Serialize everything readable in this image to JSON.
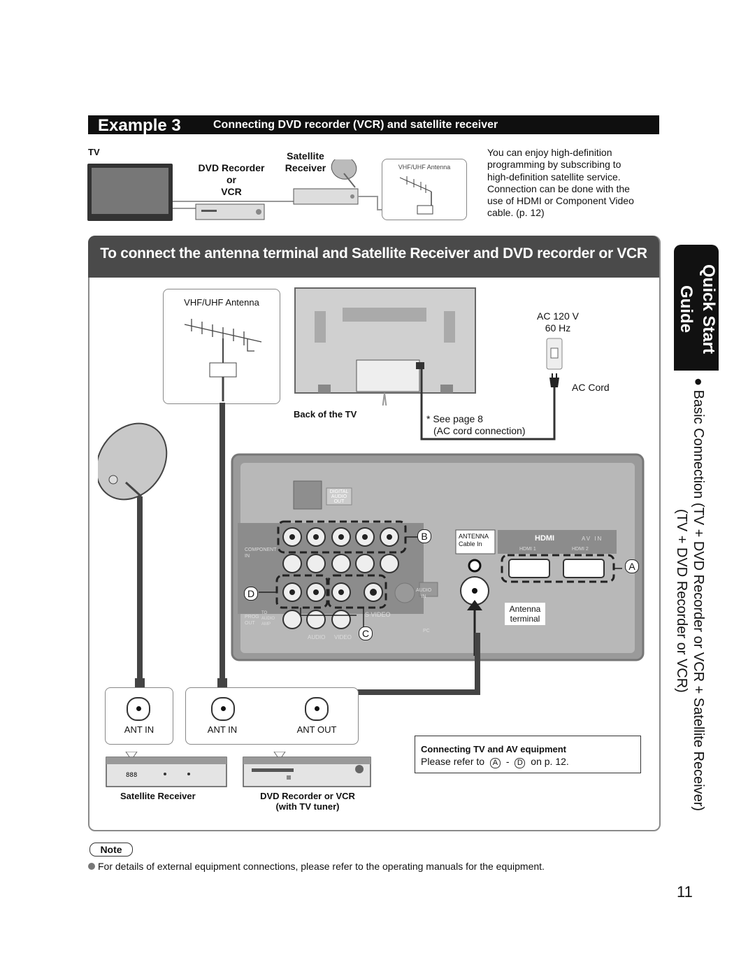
{
  "header": {
    "example": "Example 3",
    "subtitle": "Connecting DVD recorder (VCR) and satellite receiver"
  },
  "top": {
    "tv_label": "TV",
    "dvd_label": "DVD Recorder",
    "dvd_or": "or",
    "vcr_label": "VCR",
    "sat_label1": "Satellite",
    "sat_label2": "Receiver",
    "antenna_small": "VHF/UHF Antenna",
    "desc_lines": [
      "You can enjoy high-definition",
      "programming by subscribing to",
      "high-definition satellite service.",
      "Connection can be done with the",
      "use of HDMI or Component Video",
      "cable. (p. 12)"
    ]
  },
  "banner": {
    "title": "To connect the antenna terminal and Satellite Receiver and DVD recorder or VCR"
  },
  "side": {
    "quick": "Quick Start",
    "guide": "Guide",
    "basic": "● Basic Connection (TV + DVD Recorder or VCR + Satellite Receiver)",
    "basic2": "(TV + DVD Recorder or VCR)"
  },
  "diagram": {
    "antenna": "VHF/UHF Antenna",
    "ac_volt": "AC 120 V",
    "ac_hz": "60 Hz",
    "ac_cord": "AC Cord",
    "back_tv": "Back of the TV",
    "see_page": "* See page 8",
    "ac_conn": "(AC cord connection)",
    "digital": "DIGITAL",
    "audio_out1": "AUDIO",
    "audio_out2": "OUT",
    "component": "COMPONENT",
    "in_label": "IN",
    "prog": "PROG",
    "out_label": "OUT",
    "to_label": "TO",
    "audio_small": "AUDIO",
    "amp": "AMP",
    "audio_bot": "AUDIO",
    "video_bot": "VIDEO",
    "s_video": "S VIDEO",
    "audio_in1": "AUDIO",
    "audio_in2": "IN",
    "pc": "PC",
    "antenna_port": "ANTENNA",
    "cable_in": "Cable  In",
    "hdmi_logo": "HDMI",
    "av_in": "AV IN",
    "hdmi1": "HDMI 1",
    "hdmi2": "HDMI 2",
    "ant_term1": "Antenna",
    "ant_term2": "terminal",
    "letter_a": "A",
    "letter_b": "B",
    "letter_c": "C",
    "letter_d": "D",
    "ant_in1": "ANT IN",
    "ant_in2": "ANT IN",
    "ant_out": "ANT OUT",
    "sat_receiver": "Satellite Receiver",
    "dvd_vcr1": "DVD Recorder or VCR",
    "dvd_vcr2": "(with TV tuner)",
    "conn_title": "Connecting TV and AV equipment",
    "conn_text": "Please refer to",
    "conn_a": "A",
    "conn_dash": "-",
    "conn_d": "D",
    "conn_page": "on p. 12."
  },
  "note": {
    "label": "Note",
    "text": "For details of external equipment connections, please refer to the operating manuals for the equipment."
  },
  "page_number": "11"
}
